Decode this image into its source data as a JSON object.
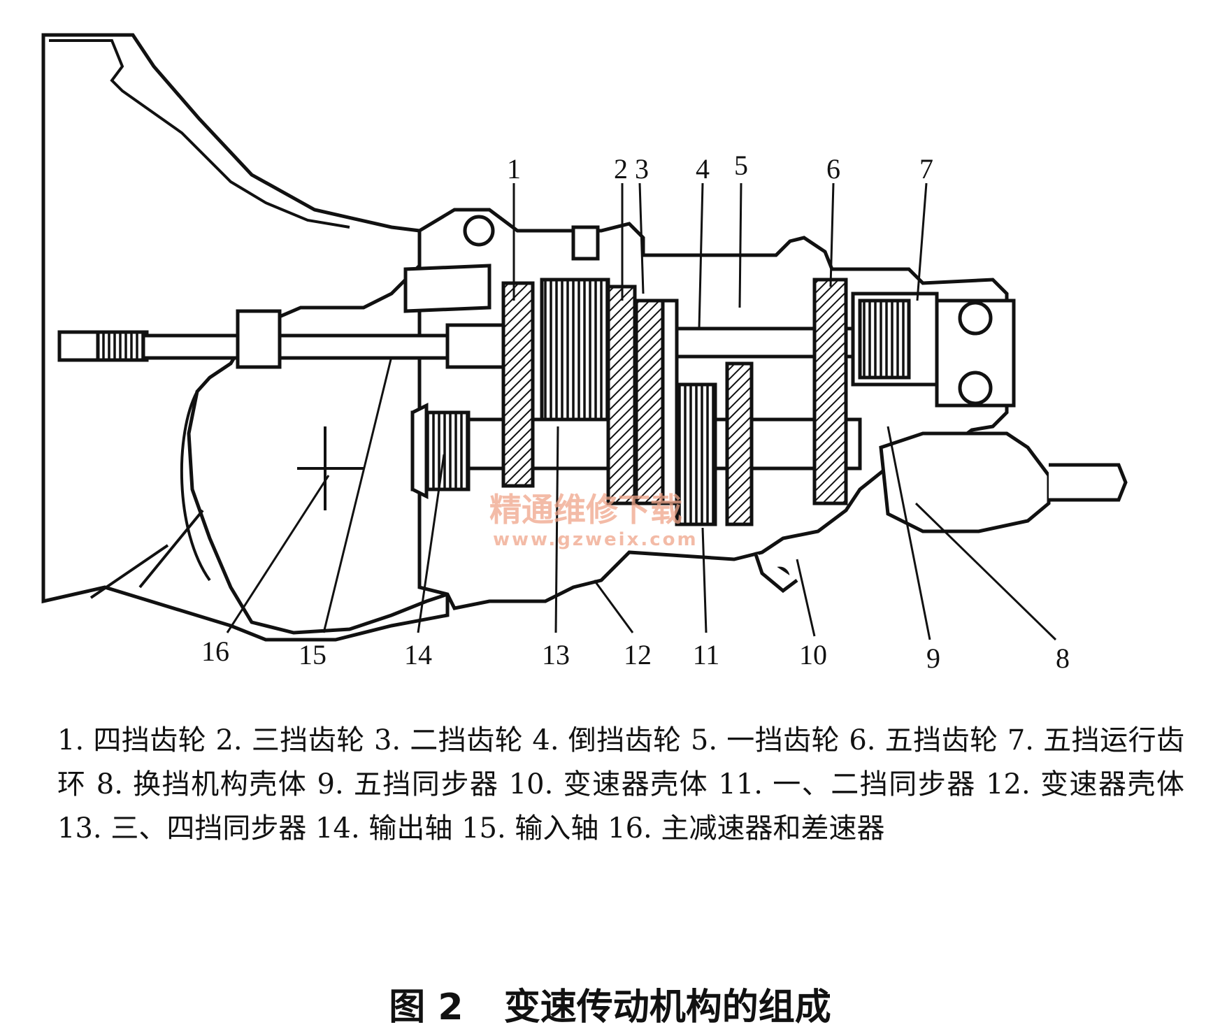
{
  "callouts": [
    "1",
    "2",
    "3",
    "4",
    "5",
    "6",
    "7",
    "8",
    "9",
    "10",
    "11",
    "12",
    "13",
    "14",
    "15",
    "16"
  ],
  "watermark": {
    "text": "精通维修下载",
    "url": "www.gzweix.com"
  },
  "legend": [
    "1. 四挡齿轮",
    "2. 三挡齿轮",
    "3. 二挡齿轮",
    "4. 倒挡齿轮",
    "5. 一挡齿轮",
    "6. 五挡齿轮",
    "7. 五挡运行齿环",
    "8. 换挡机构壳体",
    "9. 五挡同步器",
    "10. 变速器壳体",
    "11. 一、二挡同步器",
    "12. 变速器壳体",
    "13. 三、四挡同步器",
    "14. 输出轴",
    "15. 输入轴",
    "16. 主减速器和差速器"
  ],
  "caption": {
    "figure": "图 2",
    "title": "变速传动机构的组成"
  }
}
